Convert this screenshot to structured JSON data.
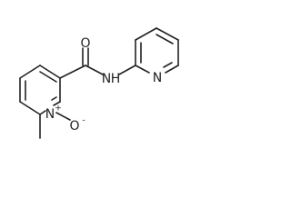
{
  "molecule": {
    "atoms": {
      "o_carbonyl": "O",
      "nh": "N",
      "h": "H",
      "n_pyridine": "N",
      "n_oxide": "N",
      "n_oxide_charge": "+",
      "o_oxide": "O",
      "o_oxide_charge": "-"
    }
  }
}
